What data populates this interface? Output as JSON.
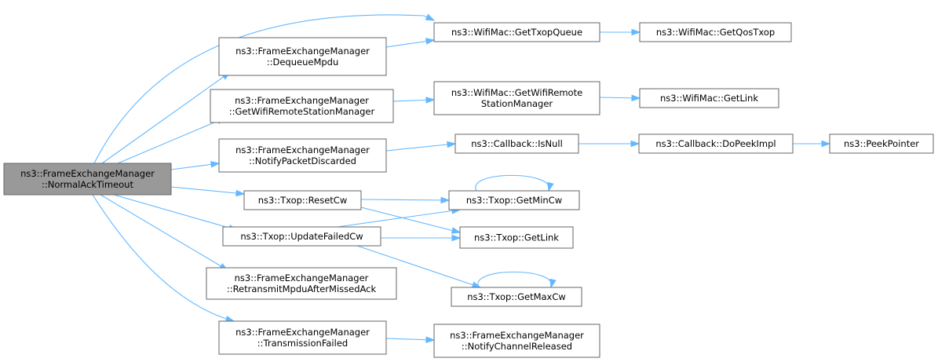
{
  "graph": {
    "nodes": [
      {
        "id": "normal_ack_timeout",
        "lines": [
          "ns3::FrameExchangeManager",
          "::NormalAckTimeout"
        ],
        "root": true
      },
      {
        "id": "dequeue_mpdu",
        "lines": [
          "ns3::FrameExchangeManager",
          "::DequeueMpdu"
        ]
      },
      {
        "id": "get_wifi_remote_station_manager_fem",
        "lines": [
          "ns3::FrameExchangeManager",
          "::GetWifiRemoteStationManager"
        ]
      },
      {
        "id": "notify_packet_discarded",
        "lines": [
          "ns3::FrameExchangeManager",
          "::NotifyPacketDiscarded"
        ]
      },
      {
        "id": "reset_cw",
        "lines": [
          "ns3::Txop::ResetCw"
        ]
      },
      {
        "id": "update_failed_cw",
        "lines": [
          "ns3::Txop::UpdateFailedCw"
        ]
      },
      {
        "id": "retransmit_mpdu",
        "lines": [
          "ns3::FrameExchangeManager",
          "::RetransmitMpduAfterMissedAck"
        ]
      },
      {
        "id": "transmission_failed",
        "lines": [
          "ns3::FrameExchangeManager",
          "::TransmissionFailed"
        ]
      },
      {
        "id": "get_txop_queue",
        "lines": [
          "ns3::WifiMac::GetTxopQueue"
        ]
      },
      {
        "id": "get_wifi_remote_station_manager_mac",
        "lines": [
          "ns3::WifiMac::GetWifiRemote",
          "StationManager"
        ]
      },
      {
        "id": "callback_is_null",
        "lines": [
          "ns3::Callback::IsNull"
        ]
      },
      {
        "id": "get_min_cw",
        "lines": [
          "ns3::Txop::GetMinCw"
        ]
      },
      {
        "id": "txop_get_link",
        "lines": [
          "ns3::Txop::GetLink"
        ]
      },
      {
        "id": "get_max_cw",
        "lines": [
          "ns3::Txop::GetMaxCw"
        ]
      },
      {
        "id": "notify_channel_released",
        "lines": [
          "ns3::FrameExchangeManager",
          "::NotifyChannelReleased"
        ]
      },
      {
        "id": "get_qos_txop",
        "lines": [
          "ns3::WifiMac::GetQosTxop"
        ]
      },
      {
        "id": "mac_get_link",
        "lines": [
          "ns3::WifiMac::GetLink"
        ]
      },
      {
        "id": "do_peek_impl",
        "lines": [
          "ns3::Callback::DoPeekImpl"
        ]
      },
      {
        "id": "peek_pointer",
        "lines": [
          "ns3::PeekPointer"
        ]
      }
    ],
    "edges": [
      [
        "normal_ack_timeout",
        "get_txop_queue"
      ],
      [
        "normal_ack_timeout",
        "dequeue_mpdu"
      ],
      [
        "normal_ack_timeout",
        "get_wifi_remote_station_manager_fem"
      ],
      [
        "normal_ack_timeout",
        "notify_packet_discarded"
      ],
      [
        "normal_ack_timeout",
        "reset_cw"
      ],
      [
        "normal_ack_timeout",
        "update_failed_cw"
      ],
      [
        "normal_ack_timeout",
        "retransmit_mpdu"
      ],
      [
        "normal_ack_timeout",
        "transmission_failed"
      ],
      [
        "dequeue_mpdu",
        "get_txop_queue"
      ],
      [
        "get_txop_queue",
        "get_qos_txop"
      ],
      [
        "get_wifi_remote_station_manager_fem",
        "get_wifi_remote_station_manager_mac"
      ],
      [
        "get_wifi_remote_station_manager_mac",
        "mac_get_link"
      ],
      [
        "notify_packet_discarded",
        "callback_is_null"
      ],
      [
        "callback_is_null",
        "do_peek_impl"
      ],
      [
        "do_peek_impl",
        "peek_pointer"
      ],
      [
        "reset_cw",
        "get_min_cw"
      ],
      [
        "reset_cw",
        "txop_get_link"
      ],
      [
        "update_failed_cw",
        "get_min_cw"
      ],
      [
        "update_failed_cw",
        "txop_get_link"
      ],
      [
        "update_failed_cw",
        "get_max_cw"
      ],
      [
        "get_min_cw",
        "get_min_cw"
      ],
      [
        "get_max_cw",
        "get_max_cw"
      ],
      [
        "transmission_failed",
        "notify_channel_released"
      ]
    ]
  }
}
